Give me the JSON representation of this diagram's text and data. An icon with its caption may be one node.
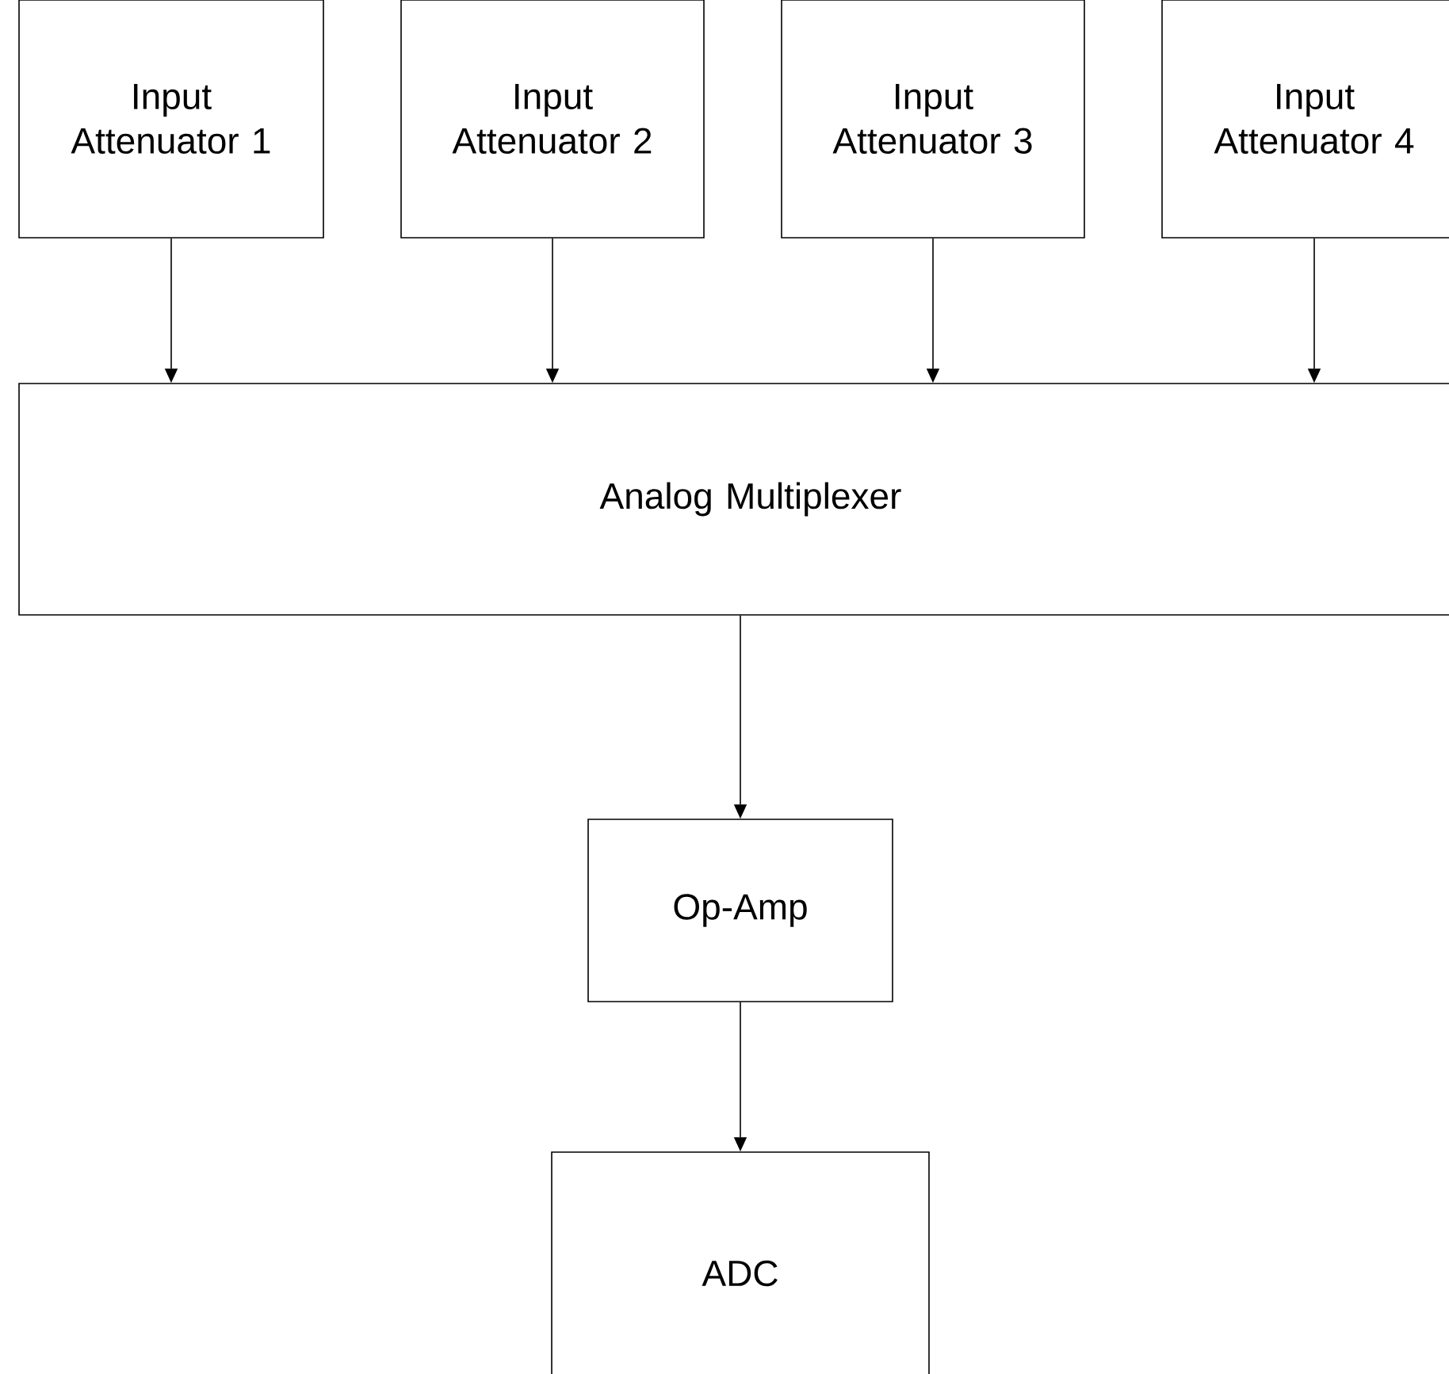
{
  "diagram": {
    "nodes": [
      {
        "text": [
          "Input Attenuator 1"
        ]
      },
      {
        "text": [
          "Input Attenuator 2"
        ]
      },
      {
        "text": [
          "Input Attenuator 3"
        ]
      },
      {
        "text": [
          "Input Attenuator 4"
        ]
      },
      {
        "text": [
          "Analog Multiplexer"
        ]
      },
      {
        "text": [
          "Op-Amp"
        ]
      },
      {
        "text": [
          "ADC"
        ]
      }
    ],
    "edges": [
      {
        "from": 0,
        "to": 4,
        "arrow": "to"
      },
      {
        "from": 1,
        "to": 4,
        "arrow": "to"
      },
      {
        "from": 2,
        "to": 4,
        "arrow": "to"
      },
      {
        "from": 3,
        "to": 4,
        "arrow": "to"
      },
      {
        "from": 4,
        "to": 5,
        "arrow": "to"
      },
      {
        "from": 5,
        "to": 6,
        "arrow": "to"
      }
    ]
  }
}
